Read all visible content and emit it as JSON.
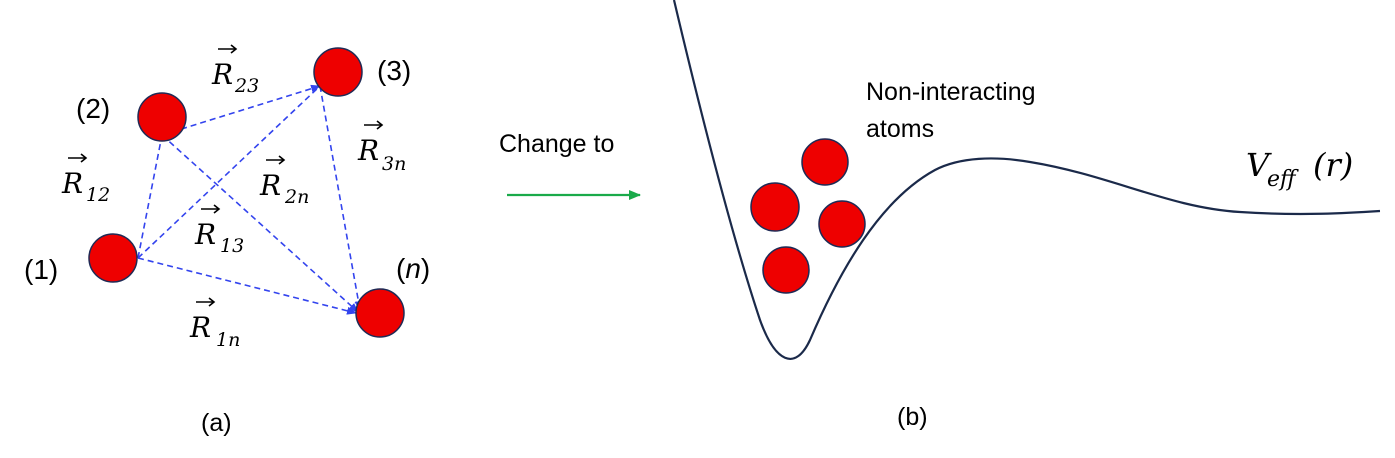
{
  "panel_a": {
    "caption": "(a)",
    "atoms": [
      {
        "id": "1",
        "label": "(1)"
      },
      {
        "id": "2",
        "label": "(2)"
      },
      {
        "id": "3",
        "label": "(3)"
      },
      {
        "id": "n",
        "label_open": "(",
        "label_n": "n",
        "label_close": ")"
      }
    ],
    "vectors": [
      {
        "id": "12",
        "symbol": "R",
        "sub": "12"
      },
      {
        "id": "23",
        "symbol": "R",
        "sub": "23"
      },
      {
        "id": "13",
        "symbol": "R",
        "sub": "13"
      },
      {
        "id": "2n",
        "symbol": "R",
        "sub": "2n"
      },
      {
        "id": "3n",
        "symbol": "R",
        "sub": "3n"
      },
      {
        "id": "1n",
        "symbol": "R",
        "sub": "1n"
      }
    ]
  },
  "arrow": {
    "label": "Change to",
    "color": "#1aaa4a"
  },
  "panel_b": {
    "caption": "(b)",
    "atoms_label_line1": "Non-interacting",
    "atoms_label_line2": "atoms",
    "potential": {
      "V": "V",
      "sub": "eff",
      "arg": "(r)"
    }
  },
  "colors": {
    "atom_fill": "#ee0000",
    "atom_stroke": "#1f2a55",
    "edge": "#3344ee",
    "curve": "#1b2a4a"
  }
}
